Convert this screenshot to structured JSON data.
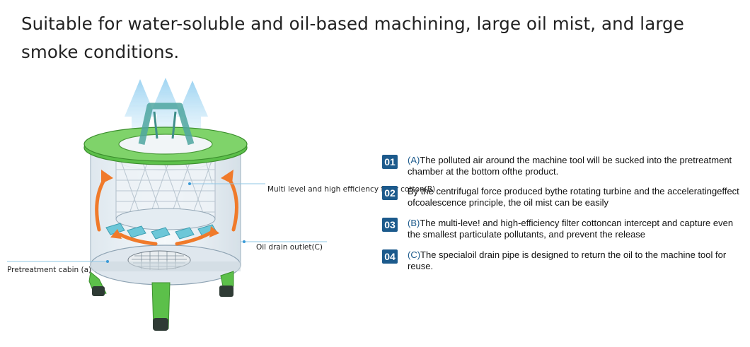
{
  "headline": "Suitable for water-soluble and oil-based machining, large oil mist, and large smoke conditions.",
  "callouts": {
    "filter": "Multi level and high efficiency filter cotton(B)",
    "drain": "Oil drain outlet(C)",
    "pretreatment": "Pretreatment cabin (a)"
  },
  "steps": [
    {
      "num": "01",
      "lead": "(A)",
      "text": "The polluted air around the machine tool will be sucked into the pretreatment chamber at the bottom ofthe product."
    },
    {
      "num": "02",
      "lead": "",
      "text": "By the centrifugal force produced bythe rotating turbine and the acceleratingeffect ofcoalescence principle, the oil mist can be easily"
    },
    {
      "num": "03",
      "lead": "(B)",
      "text": "The multi-leve! and high-efficiency filter cottoncan intercept and capture even the smallest particulate pollutants, and prevent the release"
    },
    {
      "num": "04",
      "lead": "(C)",
      "text": "The specialoil drain pipe is designed to return the oil to the machine tool for reuse."
    }
  ],
  "colors": {
    "badge": "#1c5a8c",
    "lid": "#5cc04a",
    "arrow": "#f07a2a",
    "mist": "#a9d8f2"
  }
}
